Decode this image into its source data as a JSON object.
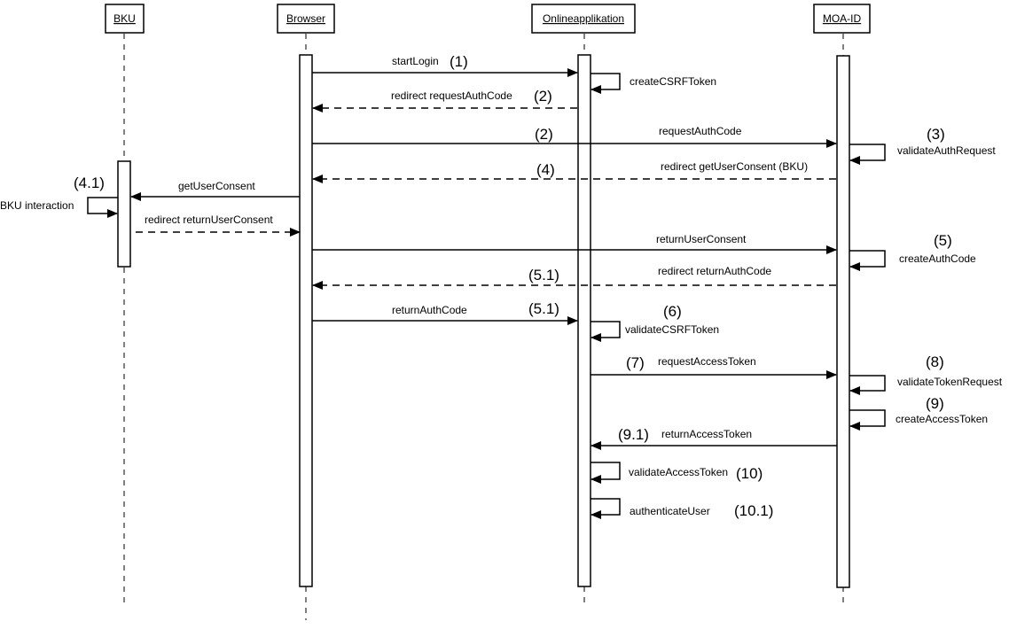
{
  "participants": [
    {
      "id": "bku",
      "label": "BKU"
    },
    {
      "id": "browser",
      "label": "Browser"
    },
    {
      "id": "online",
      "label": "Onlineapplikation"
    },
    {
      "id": "moa",
      "label": "MOA-ID"
    }
  ],
  "messages": [
    {
      "id": "startLogin",
      "label": "startLogin",
      "num": "(1)"
    },
    {
      "id": "createCSRFToken",
      "label": "createCSRFToken",
      "num": ""
    },
    {
      "id": "redirectRequestAuthCode",
      "label": "redirect requestAuthCode",
      "num": "(2)"
    },
    {
      "id": "requestAuthCode",
      "label": "requestAuthCode",
      "num": "(2)"
    },
    {
      "id": "validateAuthRequest",
      "label": "validateAuthRequest",
      "num": "(3)"
    },
    {
      "id": "redirectGetUserConsent",
      "label": "redirect getUserConsent (BKU)",
      "num": "(4)"
    },
    {
      "id": "getUserConsent",
      "label": "getUserConsent",
      "num": "(4.1)"
    },
    {
      "id": "bkuInteraction",
      "label": "BKU interaction",
      "num": ""
    },
    {
      "id": "redirectReturnUserConsent",
      "label": "redirect returnUserConsent",
      "num": ""
    },
    {
      "id": "returnUserConsent",
      "label": "returnUserConsent",
      "num": ""
    },
    {
      "id": "createAuthCode",
      "label": "createAuthCode",
      "num": "(5)"
    },
    {
      "id": "redirectReturnAuthCode",
      "label": "redirect returnAuthCode",
      "num": "(5.1)"
    },
    {
      "id": "returnAuthCode",
      "label": "returnAuthCode",
      "num": "(5.1)"
    },
    {
      "id": "validateCSRFToken",
      "label": "validateCSRFToken",
      "num": "(6)"
    },
    {
      "id": "requestAccessToken",
      "label": "requestAccessToken",
      "num": "(7)"
    },
    {
      "id": "validateTokenRequest",
      "label": "validateTokenRequest",
      "num": "(8)"
    },
    {
      "id": "createAccessToken",
      "label": "createAccessToken",
      "num": "(9)"
    },
    {
      "id": "returnAccessToken",
      "label": "returnAccessToken",
      "num": "(9.1)"
    },
    {
      "id": "validateAccessToken",
      "label": "validateAccessToken",
      "num": "(10)"
    },
    {
      "id": "authenticateUser",
      "label": "authenticateUser",
      "num": "(10.1)"
    }
  ]
}
